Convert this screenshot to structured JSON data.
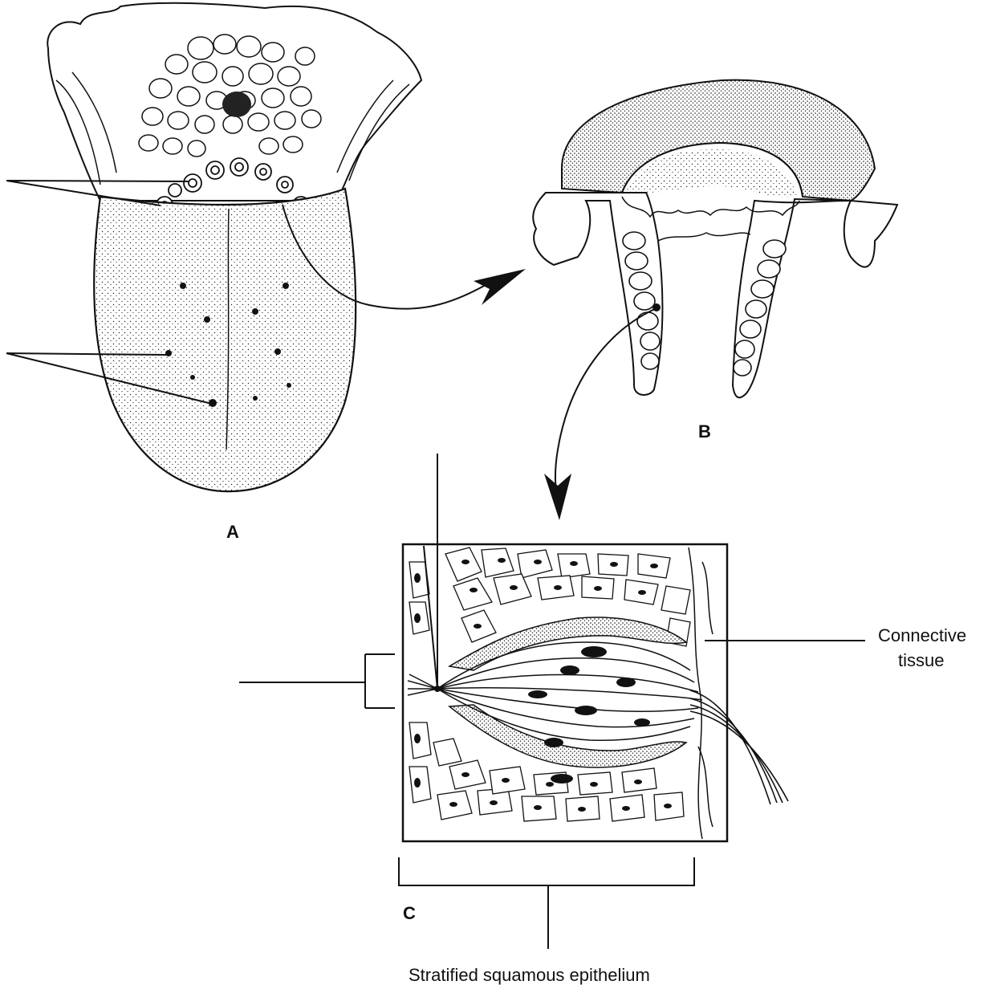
{
  "figure": {
    "panels": {
      "a": "A",
      "b": "B",
      "c": "C"
    },
    "labels": {
      "connective_line1": "Connective",
      "connective_line2": "tissue",
      "epithelium": "Stratified squamous epithelium"
    },
    "colors": {
      "ink": "#111111",
      "background": "#ffffff"
    }
  }
}
